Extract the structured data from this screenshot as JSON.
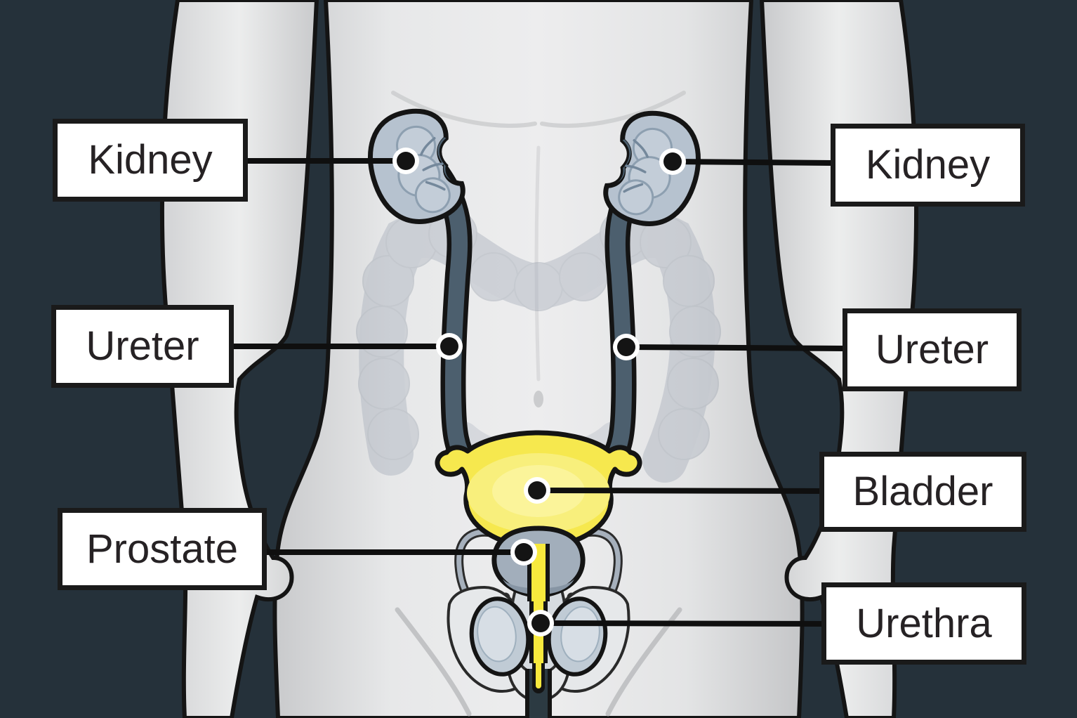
{
  "labels": {
    "kidney_left": "Kidney",
    "kidney_right": "Kidney",
    "ureter_left": "Ureter",
    "ureter_right": "Ureter",
    "bladder": "Bladder",
    "prostate": "Prostate",
    "urethra": "Urethra"
  },
  "palette": {
    "background": "#25313A",
    "body_skin": "#E7E8E9",
    "body_shadow": "#C7C8CA",
    "outline": "#141414",
    "kidney_fill": "#B6C2CF",
    "kidney_lobe": "#C3CDD8",
    "ureter_fill": "#4C5F6E",
    "bladder_yellow": "#F6E84E",
    "bladder_inner": "#F8EF7C",
    "bladder_core": "#FBF49D",
    "urethra_yellow": "#F7E93D",
    "prostate_fill": "#A2AEBB",
    "testis_fill": "#C0CBD5",
    "scrotum_fill": "#E6E8EA",
    "intestine_ghost": "#AAB1BD",
    "penis_dark": "#2C3A42",
    "label_bg": "#FFFFFF",
    "label_border": "#1A1A1A",
    "label_text": "#262224",
    "callout": "#0F0F0F"
  }
}
